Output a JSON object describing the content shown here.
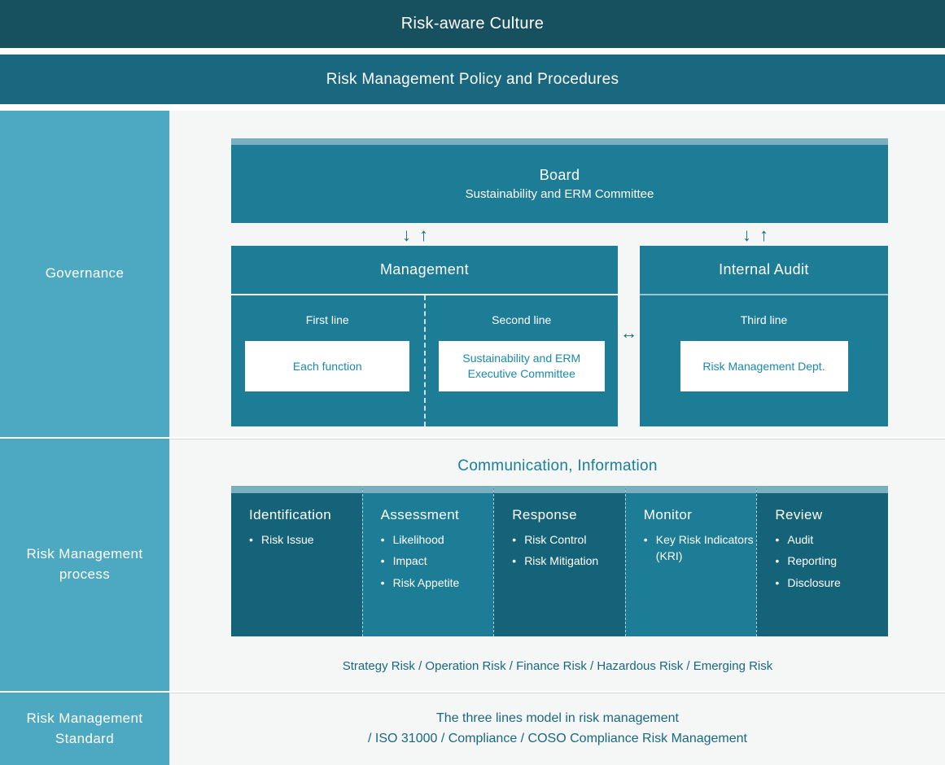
{
  "banners": {
    "culture": "Risk-aware Culture",
    "policy": "Risk Management Policy and Procedures"
  },
  "rows": {
    "governance": {
      "side_label": "Governance",
      "board": {
        "title": "Board",
        "subtitle": "Sustainability and ERM Committee"
      },
      "arrows": {
        "down": "↓",
        "up": "↑",
        "bidirectional": "↔"
      },
      "management": {
        "title": "Management",
        "first_line": {
          "label": "First line",
          "box": "Each function"
        },
        "second_line": {
          "label": "Second line",
          "box": "Sustainability and ERM Executive Committee"
        }
      },
      "internal_audit": {
        "title": "Internal Audit",
        "third_line": {
          "label": "Third line",
          "box": "Risk Management Dept."
        }
      }
    },
    "process": {
      "side_label": "Risk Management process",
      "communication_title": "Communication, Information",
      "risk_types": "Strategy Risk / Operation Risk / Finance Risk / Hazardous Risk / Emerging Risk"
    },
    "standard": {
      "side_label": "Risk Management Standard",
      "line1": "The three lines model in risk management",
      "line2": "/ ISO 31000 / Compliance / COSO Compliance Risk Management"
    }
  },
  "chart_data": {
    "type": "table",
    "title": "Risk Management Framework",
    "columns": [
      "Identification",
      "Assessment",
      "Response",
      "Monitor",
      "Review"
    ],
    "stages": [
      {
        "name": "Identification",
        "shade": "dark",
        "items": [
          "Risk Issue"
        ]
      },
      {
        "name": "Assessment",
        "shade": "light",
        "items": [
          "Likelihood",
          "Impact",
          "Risk Appetite"
        ]
      },
      {
        "name": "Response",
        "shade": "dark",
        "items": [
          "Risk Control",
          "Risk Mitigation"
        ]
      },
      {
        "name": "Monitor",
        "shade": "light",
        "items": [
          "Key Risk Indicators (KRI)"
        ]
      },
      {
        "name": "Review",
        "shade": "dark",
        "items": [
          "Audit",
          "Reporting",
          "Disclosure"
        ]
      }
    ]
  },
  "colors": {
    "dark_teal": "#17505f",
    "medium_teal": "#1a6880",
    "box_teal": "#1d7c96",
    "process_dark": "#156378",
    "light_blue": "#4ca9c1",
    "strip_blue": "#79b0c0",
    "background": "#f5f6f6"
  }
}
